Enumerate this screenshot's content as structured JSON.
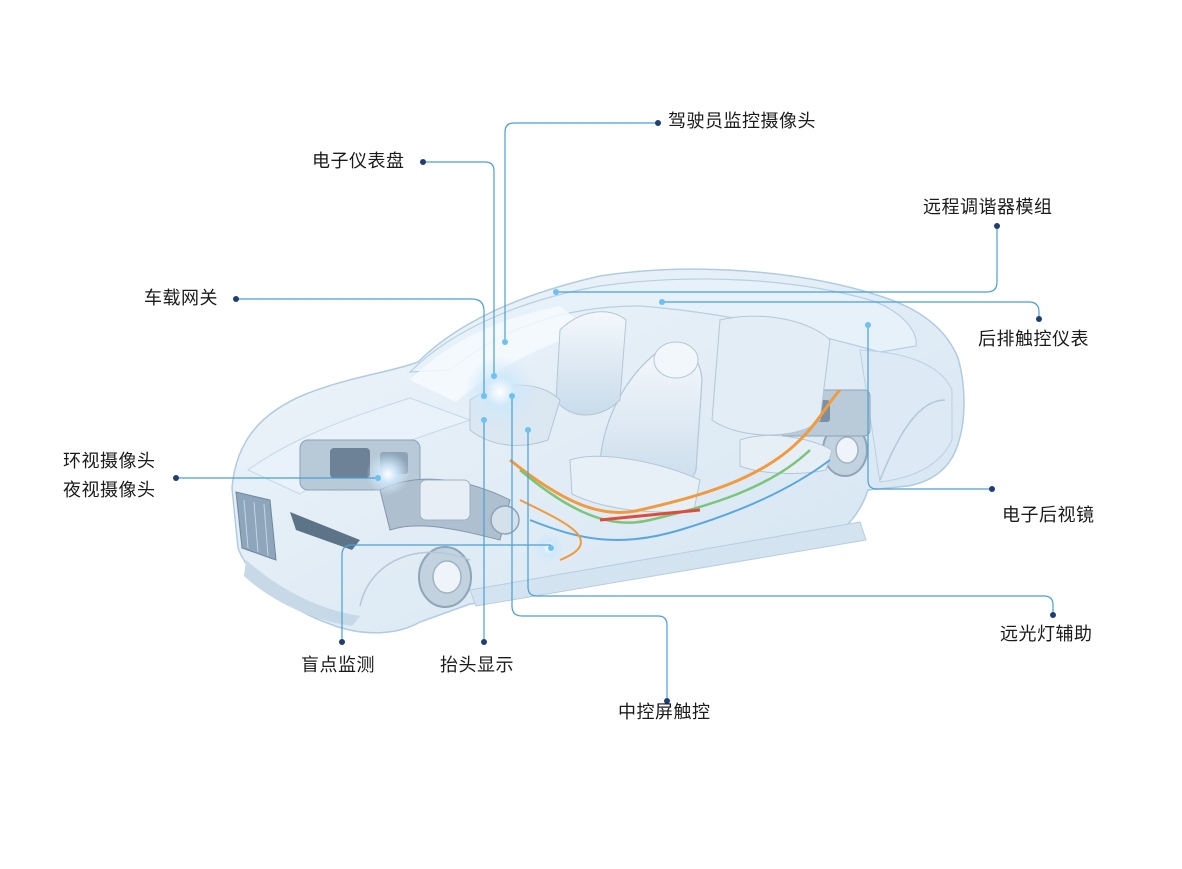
{
  "colors": {
    "leader_line": "#4a9fd6",
    "leader_dot": "#1f3f73",
    "sensor_glow": "#6ec1f0",
    "car_body": "#dbe9f5",
    "car_outline": "#9fbfd9",
    "wire_orange": "#f19a3e",
    "wire_green": "#7cc47a",
    "wire_blue": "#5aa7e0"
  },
  "labels": {
    "driver_monitor_camera": "驾驶员监控摄像头",
    "instrument_cluster": "电子仪表盘",
    "telematics_module": "远程调谐器模组",
    "vehicle_gateway": "车载网关",
    "rear_touch_panel": "后排触控仪表",
    "surround_camera": "环视摄像头",
    "night_vision_camera": "夜视摄像头",
    "electronic_mirror": "电子后视镜",
    "high_beam_assist": "远光灯辅助",
    "blind_spot": "盲点监测",
    "hud": "抬头显示",
    "center_touch": "中控屏触控"
  }
}
